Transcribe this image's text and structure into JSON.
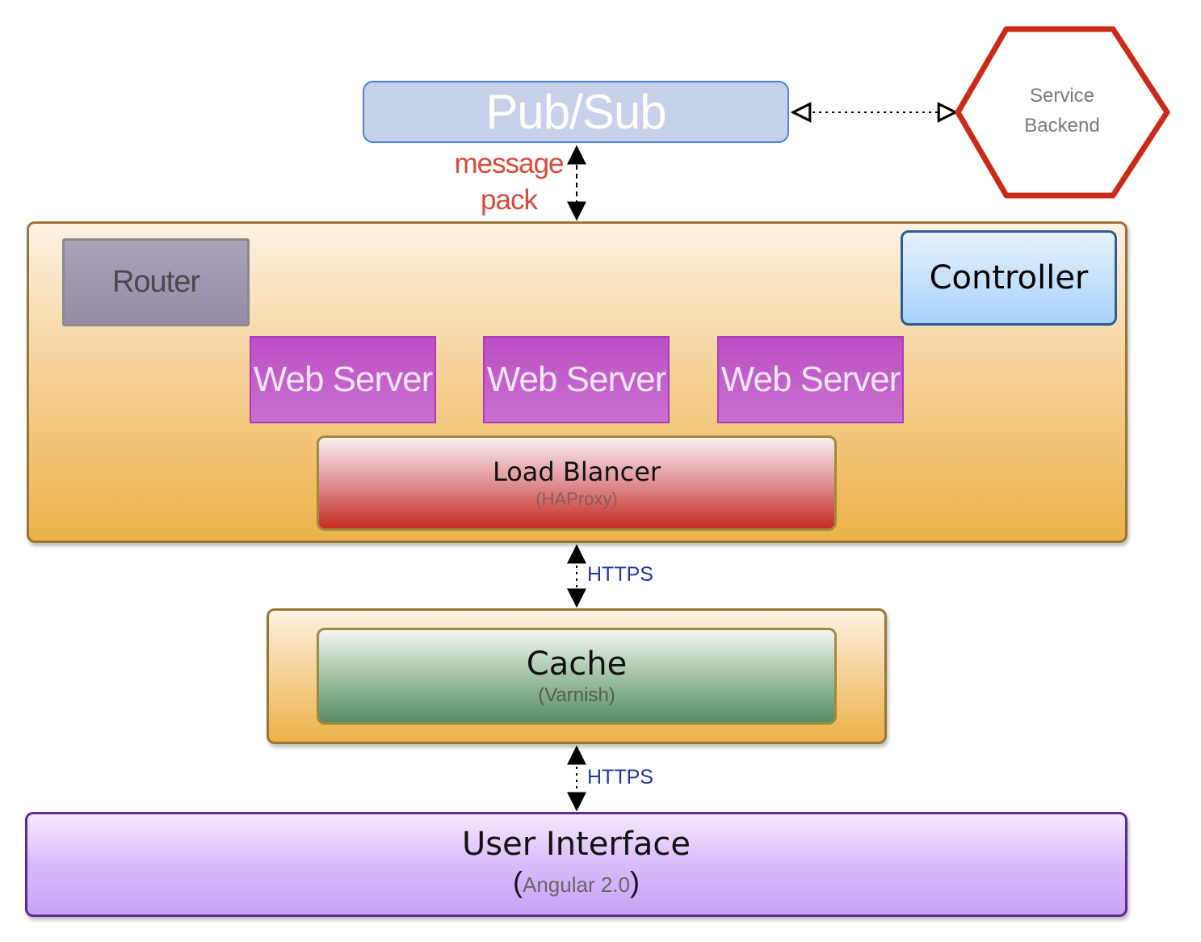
{
  "pubsub": {
    "label": "Pub/Sub"
  },
  "service_backend": {
    "line1": "Service",
    "line2": "Backend"
  },
  "pubsub_link": {
    "line1": "message",
    "line2": "pack"
  },
  "server": {
    "router": "Router",
    "controller": "Controller",
    "web_servers": [
      "Web Server",
      "Web Server",
      "Web Server"
    ],
    "load_balancer": {
      "title": "Load Blancer",
      "subtitle": "(HAProxy)"
    }
  },
  "links": {
    "server_cache": "HTTPS",
    "cache_ui": "HTTPS"
  },
  "cache": {
    "title": "Cache",
    "subtitle": "(Varnish)"
  },
  "user_interface": {
    "title": "User Interface",
    "open_paren": "(",
    "subtitle": "Angular 2.0",
    "close_paren": ")"
  },
  "colors": {
    "hexagon_stroke": "#cc2a18",
    "pubsub_fill": "#c9d0ea",
    "web_server_fill": "#bc4fc5",
    "https_label": "#1e3a9e",
    "message_pack_label": "#d94a3a"
  }
}
